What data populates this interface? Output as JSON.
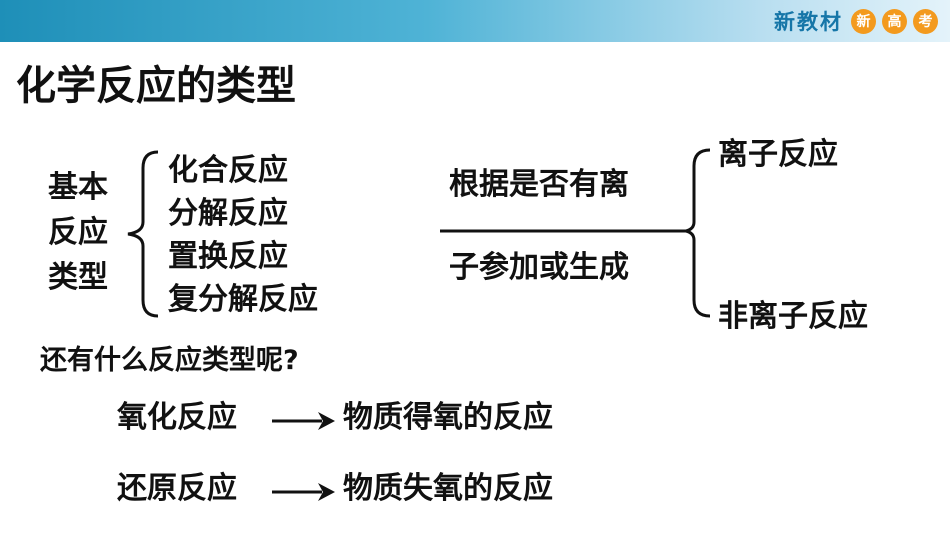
{
  "header": {
    "brand": "新教材",
    "badges": [
      "新",
      "高",
      "考"
    ],
    "accent_color": "#f39a1e"
  },
  "title": "化学反应的类型",
  "basic": {
    "label_lines": [
      "基本",
      "反应",
      "类型"
    ],
    "items": [
      "化合反应",
      "分解反应",
      "置换反应",
      "复分解反应"
    ]
  },
  "criterion": {
    "line1": "根据是否有离",
    "line2": "子参加或生成",
    "outcomes": [
      "离子反应",
      "非离子反应"
    ]
  },
  "question": "还有什么反应类型呢?",
  "definitions": [
    {
      "term": "氧化反应",
      "meaning": "物质得氧的反应"
    },
    {
      "term": "还原反应",
      "meaning": "物质失氧的反应"
    }
  ]
}
